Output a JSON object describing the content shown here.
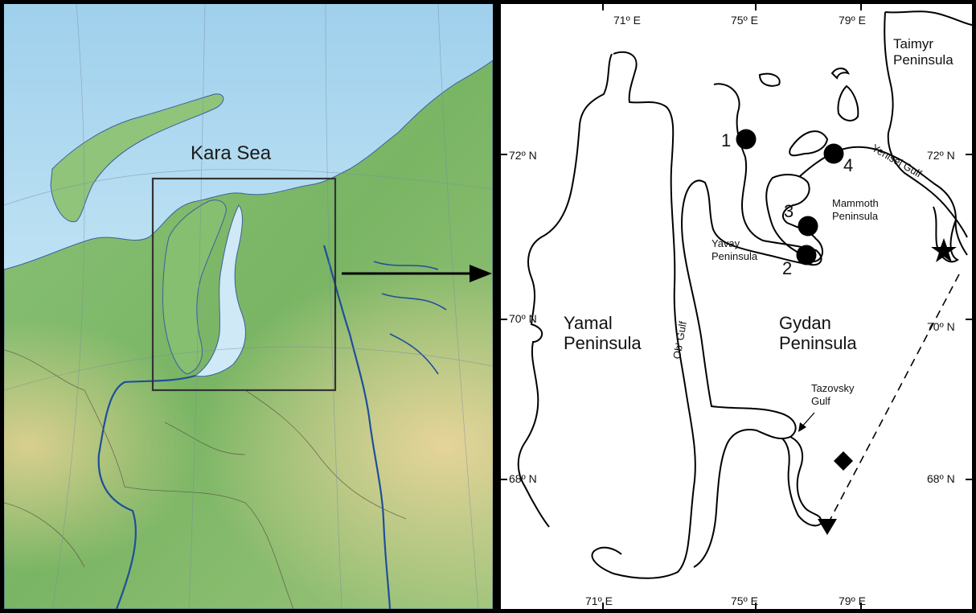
{
  "left_map": {
    "sea_label": "Kara Sea"
  },
  "right_map": {
    "longitude_ticks_top": [
      "71º E",
      "75º E",
      "79º E"
    ],
    "longitude_ticks_bottom": [
      "71º E",
      "75º E",
      "79º E"
    ],
    "latitude_ticks_left": [
      "72º N",
      "70º N",
      "68º N"
    ],
    "latitude_ticks_right": [
      "72º N",
      "70º N",
      "68º N"
    ],
    "regions": {
      "yamal": "Yamal Peninsula",
      "gydan": "Gydan Peninsula",
      "taimyr": "Taimyr Peninsula",
      "yavay": "Yavay Peninsula",
      "mammoth": "Mammoth Peninsula",
      "ob_gulf": "Ob' Gulf",
      "tazovsky": "Tazovsky Gulf",
      "yenisei": "Yenisei Gulf"
    },
    "sites": [
      "1",
      "2",
      "3",
      "4"
    ],
    "marker_shapes": [
      "circle",
      "star",
      "diamond",
      "triangle-down"
    ]
  }
}
